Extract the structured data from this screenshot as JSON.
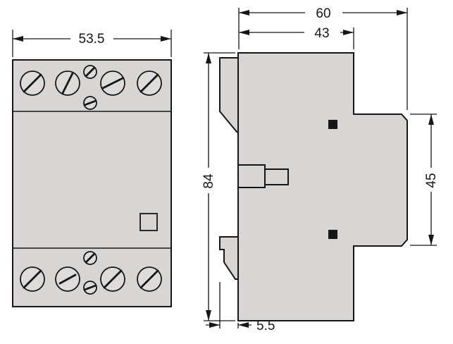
{
  "colors": {
    "background": "#ffffff",
    "body_fill": "#d7d6d5",
    "screw_fill": "#dddcda",
    "line": "#161616"
  },
  "front_view": {
    "width_label": "53.5"
  },
  "side_view": {
    "overall_depth_label": "60",
    "body_depth_label": "43",
    "height_label": "84",
    "flange_height_label": "45",
    "hook_depth_label": "5.5"
  }
}
